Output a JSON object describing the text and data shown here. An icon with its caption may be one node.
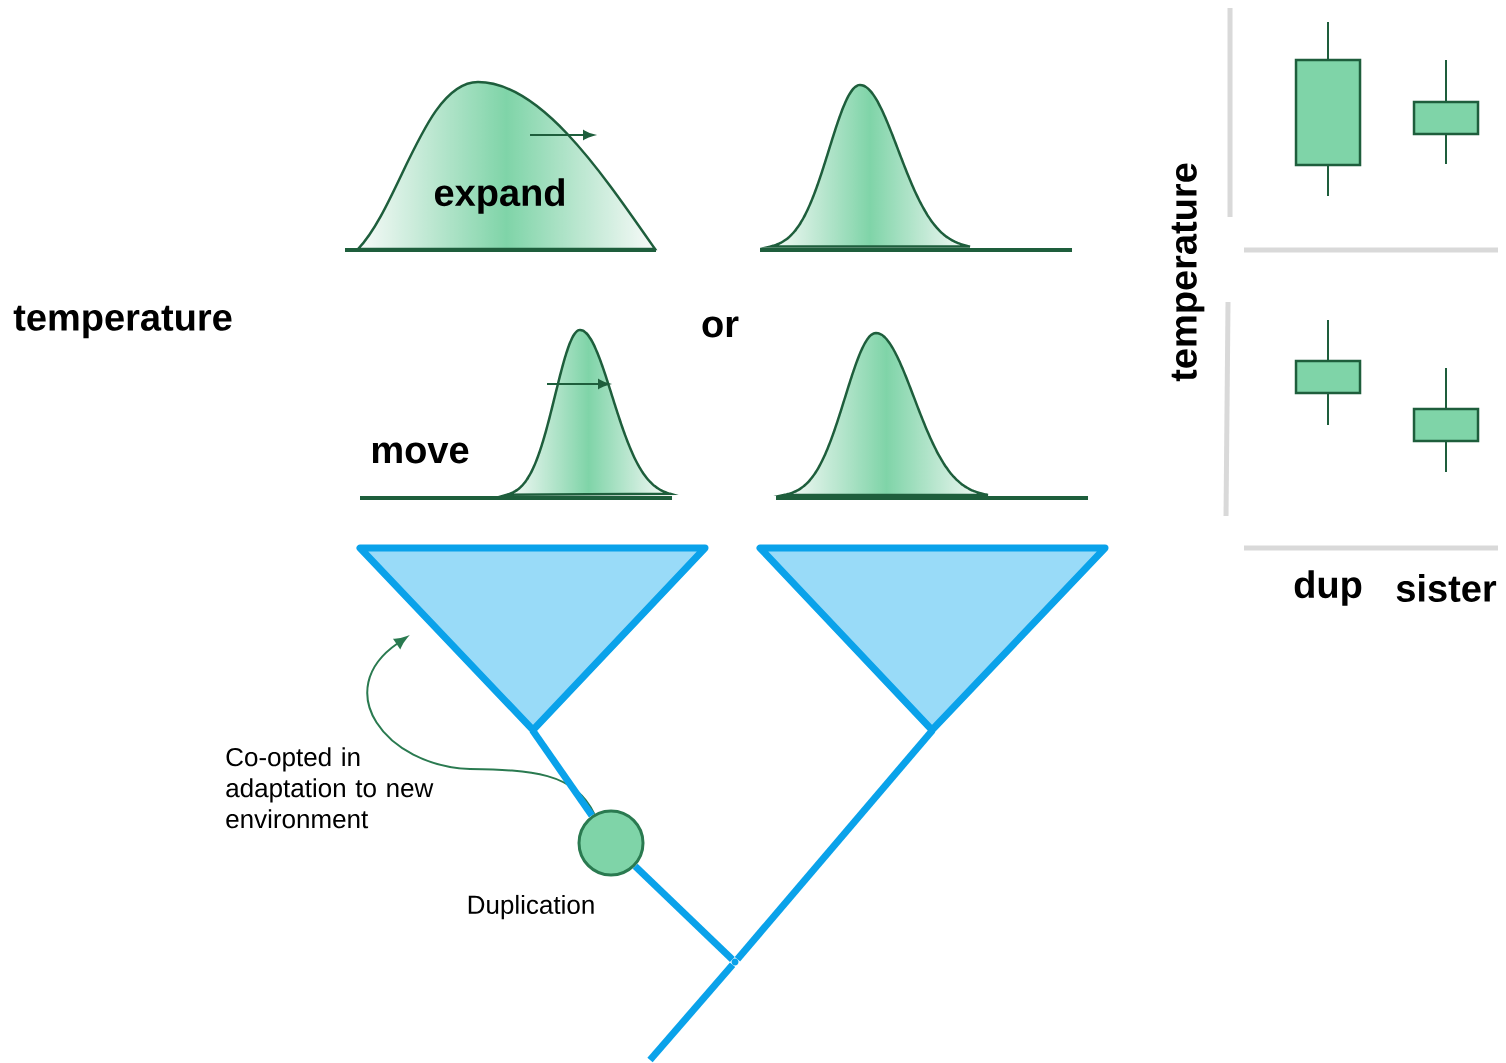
{
  "diagram": {
    "nodes": [
      {
        "text": [],
        "shape": "triangle"
      },
      {
        "text": [],
        "shape": "triangle"
      },
      {
        "text": [],
        "shape": "circle",
        "beside": [
          "Duplication"
        ]
      },
      {
        "text": [],
        "shape": "point"
      }
    ],
    "edges": [
      {
        "from": 2,
        "to": 0,
        "arrow": "to",
        "color": "#2a7a50"
      },
      {
        "from": 0,
        "to": 2,
        "arrow": "none"
      },
      {
        "from": 2,
        "to": 3,
        "arrow": "none"
      },
      {
        "from": 1,
        "to": 3,
        "arrow": "none"
      },
      {
        "from": 3,
        "to": null,
        "arrow": "none"
      }
    ],
    "labels": [
      "expand",
      "temperature",
      "or",
      "move",
      "temperature",
      "Co-opted in adaptation to new environment",
      "dup",
      "sister"
    ]
  }
}
